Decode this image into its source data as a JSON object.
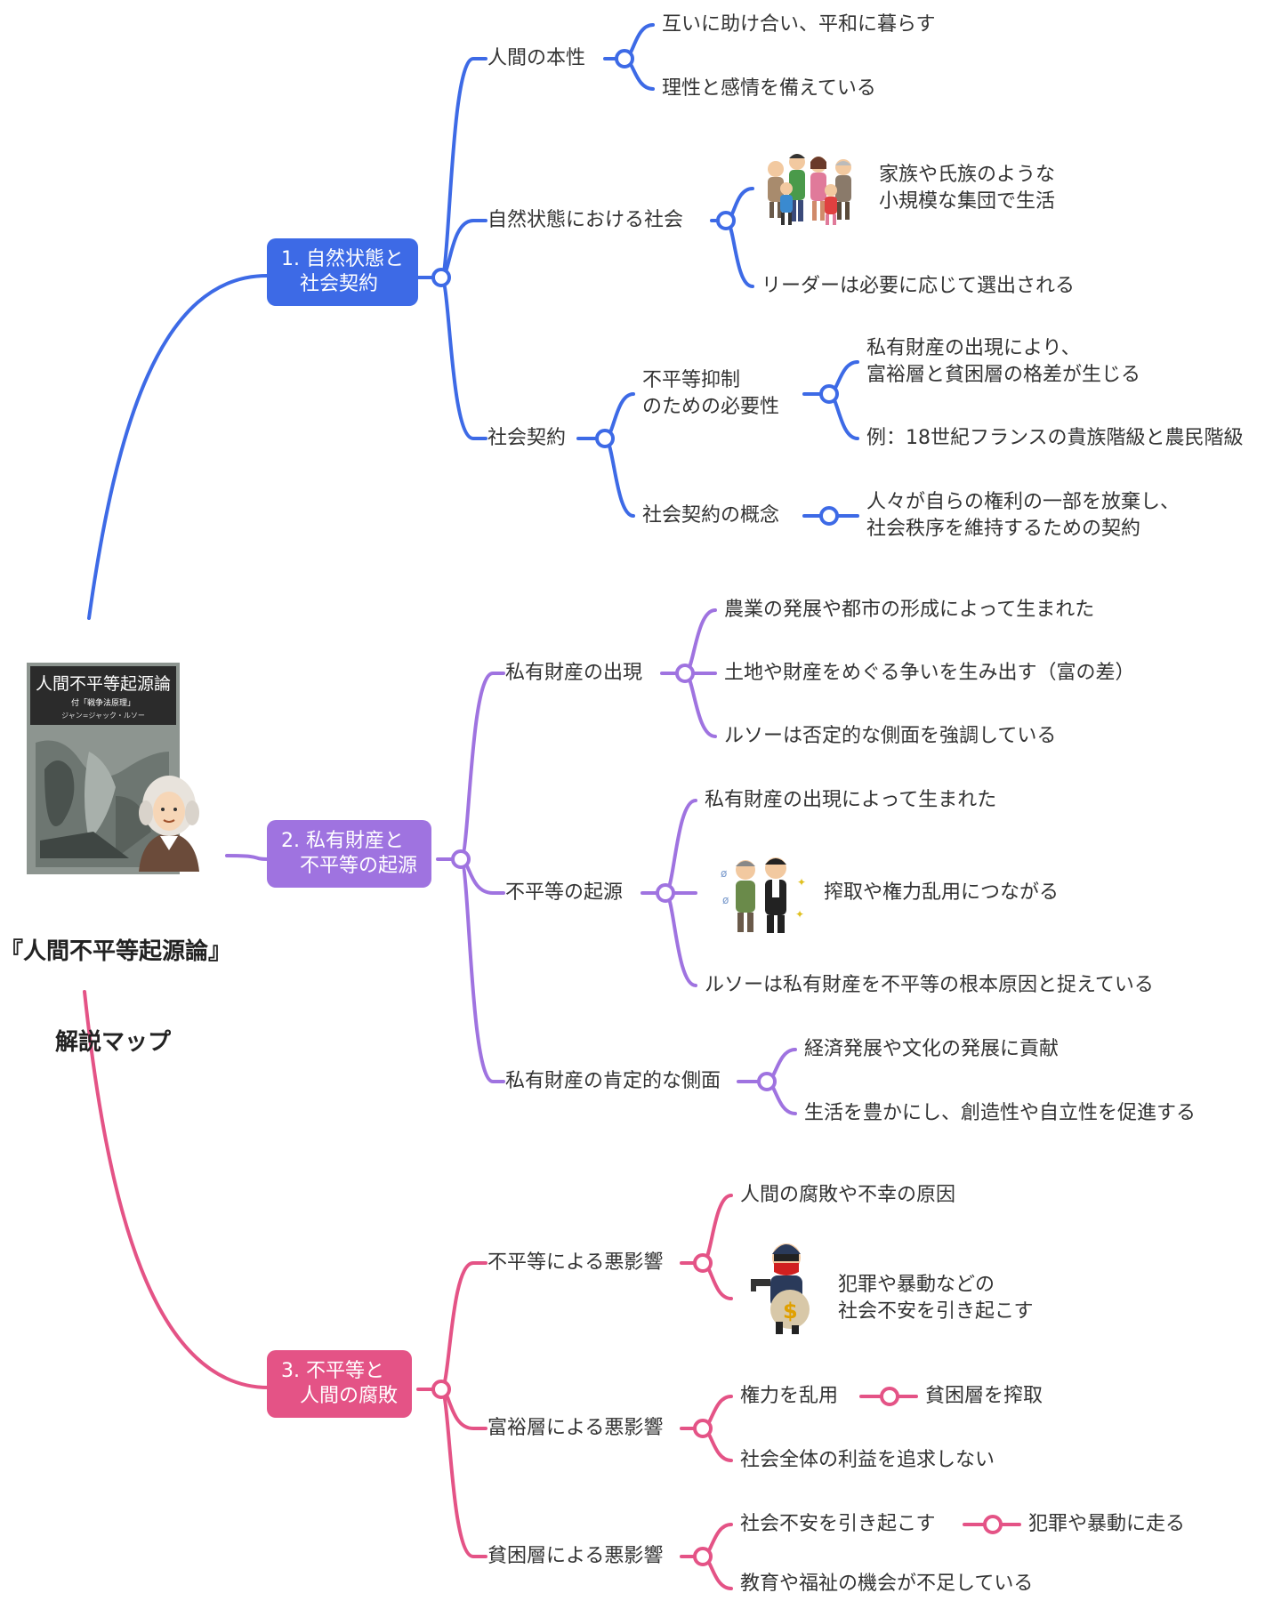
{
  "root": {
    "title_line1": "『人間不平等起源論』",
    "title_line2": "解説マップ",
    "book_title": "人間不平等起源論",
    "book_subtitle": "付「戦争法原理」",
    "book_author": "ジャン=ジャック・ルソー"
  },
  "colors": {
    "branch1": "#3d6ae6",
    "branch2": "#9f73e0",
    "branch3": "#e45386"
  },
  "branch1": {
    "label": "1. 自然状態と\n   社会契約",
    "human_nature": {
      "label": "人間の本性",
      "items": [
        "互いに助け合い、平和に暮らす",
        "理性と感情を備えている"
      ]
    },
    "natural_society": {
      "label": "自然状態における社会",
      "items": [
        "家族や氏族のような\n小規模な集団で生活",
        "リーダーは必要に応じて選出される"
      ]
    },
    "social_contract": {
      "label": "社会契約",
      "necessity": {
        "label": "不平等抑制\nのための必要性",
        "items": [
          "私有財産の出現により、\n富裕層と貧困層の格差が生じる",
          "例：18世紀フランスの貴族階級と農民階級"
        ]
      },
      "concept": {
        "label": "社会契約の概念",
        "item": "人々が自らの権利の一部を放棄し、\n社会秩序を維持するための契約"
      }
    }
  },
  "branch2": {
    "label": "2. 私有財産と\n   不平等の起源",
    "emergence": {
      "label": "私有財産の出現",
      "items": [
        "農業の発展や都市の形成によって生まれた",
        "土地や財産をめぐる争いを生み出す（富の差）",
        "ルソーは否定的な側面を強調している"
      ]
    },
    "origin": {
      "label": "不平等の起源",
      "items": [
        "私有財産の出現によって生まれた",
        "搾取や権力乱用につながる",
        "ルソーは私有財産を不平等の根本原因と捉えている"
      ]
    },
    "positive": {
      "label": "私有財産の肯定的な側面",
      "items": [
        "経済発展や文化の発展に貢献",
        "生活を豊かにし、創造性や自立性を促進する"
      ]
    }
  },
  "branch3": {
    "label": "3. 不平等と\n   人間の腐敗",
    "effects": {
      "label": "不平等による悪影響",
      "items": [
        "人間の腐敗や不幸の原因",
        "犯罪や暴動などの\n社会不安を引き起こす"
      ]
    },
    "rich": {
      "label": "富裕層による悪影響",
      "items": [
        "権力を乱用",
        "社会全体の利益を追求しない"
      ],
      "sub": "貧困層を搾取"
    },
    "poor": {
      "label": "貧困層による悪影響",
      "items": [
        "社会不安を引き起こす",
        "教育や福祉の機会が不足している"
      ],
      "sub": "犯罪や暴動に走る"
    }
  }
}
